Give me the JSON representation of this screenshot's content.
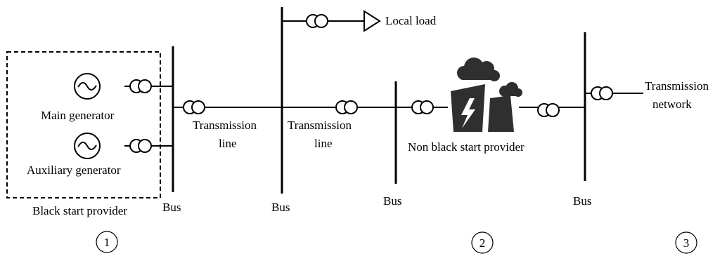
{
  "labels": {
    "local_load": "Local load",
    "main_generator": "Main generator",
    "auxiliary_generator": "Auxiliary generator",
    "black_start_provider": "Black start provider",
    "transmission_line_1": [
      "Transmission",
      "line"
    ],
    "transmission_line_2": [
      "Transmission",
      "line"
    ],
    "non_black_start_provider": "Non black start provider",
    "transmission_network": [
      "Transmission",
      "network"
    ],
    "bus": "Bus"
  },
  "section_markers": [
    "1",
    "2",
    "3"
  ],
  "colors": {
    "line": "#000000",
    "icon_fill": "#2f2f2f",
    "background": "#ffffff"
  }
}
